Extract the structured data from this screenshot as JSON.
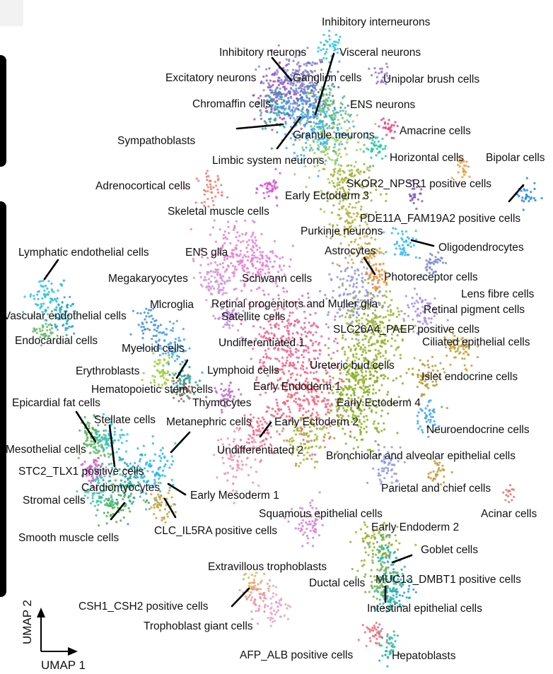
{
  "chart_data": {
    "type": "scatter",
    "embedding": "UMAP",
    "xlabel": "UMAP 1",
    "ylabel": "UMAP 2",
    "grid": false,
    "legend": "none",
    "clusters": [
      {
        "name": "Inhibitory interneurons",
        "color": "#26c6da",
        "center": [
          0.6,
          0.93
        ],
        "spread": 0.012,
        "n": 40
      },
      {
        "name": "Inhibitory neurons",
        "color": "#7b8cde",
        "center": [
          0.52,
          0.87
        ],
        "spread": 0.025,
        "n": 120
      },
      {
        "name": "Visceral neurons",
        "color": "#5c6bc0",
        "center": [
          0.56,
          0.85
        ],
        "spread": 0.025,
        "n": 120
      },
      {
        "name": "Excitatory neurons",
        "color": "#ab47bc",
        "center": [
          0.5,
          0.86
        ],
        "spread": 0.02,
        "n": 90
      },
      {
        "name": "Ganglion cells",
        "color": "#8e7cc3",
        "center": [
          0.55,
          0.88
        ],
        "spread": 0.02,
        "n": 90
      },
      {
        "name": "Unipolar brush cells",
        "color": "#9575cd",
        "center": [
          0.69,
          0.89
        ],
        "spread": 0.008,
        "n": 25
      },
      {
        "name": "Chromaffin cells",
        "color": "#26a69a",
        "center": [
          0.5,
          0.84
        ],
        "spread": 0.015,
        "n": 70
      },
      {
        "name": "ENS neurons",
        "color": "#66bb6a",
        "center": [
          0.59,
          0.84
        ],
        "spread": 0.02,
        "n": 90
      },
      {
        "name": "Granule neurons",
        "color": "#29b6f6",
        "center": [
          0.58,
          0.81
        ],
        "spread": 0.025,
        "n": 120
      },
      {
        "name": "Amacrine cells",
        "color": "#ec407a",
        "center": [
          0.7,
          0.81
        ],
        "spread": 0.008,
        "n": 25
      },
      {
        "name": "Sympathoblasts",
        "color": "#42a5f5",
        "center": [
          0.54,
          0.83
        ],
        "spread": 0.02,
        "n": 80
      },
      {
        "name": "Limbic system neurons",
        "color": "#9ccc65",
        "center": [
          0.6,
          0.78
        ],
        "spread": 0.03,
        "n": 140
      },
      {
        "name": "Horizontal cells",
        "color": "#26c6a0",
        "center": [
          0.68,
          0.78
        ],
        "spread": 0.01,
        "n": 40
      },
      {
        "name": "Bipolar cells",
        "color": "#ef9a3a",
        "center": [
          0.84,
          0.75
        ],
        "spread": 0.008,
        "n": 25
      },
      {
        "name": "Adrenocortical cells",
        "color": "#ef7d6d",
        "center": [
          0.38,
          0.72
        ],
        "spread": 0.012,
        "n": 45
      },
      {
        "name": "Early Ectoderm 3",
        "color": "#a0ad2a",
        "center": [
          0.63,
          0.72
        ],
        "spread": 0.025,
        "n": 120
      },
      {
        "name": "SKOR2_NPSR1 positive cells",
        "color": "#7e57c2",
        "center": [
          0.75,
          0.71
        ],
        "spread": 0.008,
        "n": 25
      },
      {
        "name": "Skeletal muscle cells",
        "color": "#d84fcf",
        "center": [
          0.49,
          0.72
        ],
        "spread": 0.01,
        "n": 40
      },
      {
        "name": "PDE11A_FAM19A2 positive cells",
        "color": "#1e88e5",
        "center": [
          0.95,
          0.71
        ],
        "spread": 0.01,
        "n": 30
      },
      {
        "name": "Purkinje neurons",
        "color": "#b5b33a",
        "center": [
          0.63,
          0.67
        ],
        "spread": 0.015,
        "n": 60
      },
      {
        "name": "Oligodendrocytes",
        "color": "#29b6f6",
        "center": [
          0.73,
          0.64
        ],
        "spread": 0.012,
        "n": 45
      },
      {
        "name": "Lymphatic endothelial cells",
        "color": "#26c6da",
        "center": [
          0.08,
          0.56
        ],
        "spread": 0.015,
        "n": 60
      },
      {
        "name": "ENS glia",
        "color": "#e87fc7",
        "center": [
          0.41,
          0.62
        ],
        "spread": 0.025,
        "n": 120
      },
      {
        "name": "Astrocytes",
        "color": "#d4a64a",
        "center": [
          0.66,
          0.63
        ],
        "spread": 0.015,
        "n": 60
      },
      {
        "name": "Megakaryocytes",
        "color": "#ce93d8",
        "center": [
          0.39,
          0.58
        ],
        "spread": 0.015,
        "n": 60
      },
      {
        "name": "Schwann cells",
        "color": "#e67bdc",
        "center": [
          0.47,
          0.61
        ],
        "spread": 0.025,
        "n": 140
      },
      {
        "name": "Photoreceptor cells",
        "color": "#ef8a32",
        "center": [
          0.68,
          0.59
        ],
        "spread": 0.012,
        "n": 50
      },
      {
        "name": "Lens fibre cells",
        "color": "#7986cb",
        "center": [
          0.78,
          0.61
        ],
        "spread": 0.01,
        "n": 40
      },
      {
        "name": "Microglia",
        "color": "#3f8fd8",
        "center": [
          0.27,
          0.52
        ],
        "spread": 0.012,
        "n": 45
      },
      {
        "name": "Retinal progenitors and Muller glia",
        "color": "#8e8ee6",
        "center": [
          0.64,
          0.56
        ],
        "spread": 0.025,
        "n": 130
      },
      {
        "name": "Satellite cells",
        "color": "#c08ee0",
        "center": [
          0.41,
          0.53
        ],
        "spread": 0.012,
        "n": 50
      },
      {
        "name": "Retinal pigment cells",
        "color": "#a48de8",
        "center": [
          0.76,
          0.54
        ],
        "spread": 0.015,
        "n": 60
      },
      {
        "name": "Vascular endothelial cells",
        "color": "#26a6c6",
        "center": [
          0.11,
          0.53
        ],
        "spread": 0.015,
        "n": 60
      },
      {
        "name": "Endocardial cells",
        "color": "#66bb6a",
        "center": [
          0.08,
          0.51
        ],
        "spread": 0.01,
        "n": 40
      },
      {
        "name": "Myeloid cells",
        "color": "#42a5f5",
        "center": [
          0.31,
          0.49
        ],
        "spread": 0.015,
        "n": 70
      },
      {
        "name": "Undifferentiated 1",
        "color": "#f06292",
        "center": [
          0.52,
          0.5
        ],
        "spread": 0.035,
        "n": 260
      },
      {
        "name": "SLC26A4_PAEP positive cells",
        "color": "#9cb528",
        "center": [
          0.68,
          0.51
        ],
        "spread": 0.03,
        "n": 200
      },
      {
        "name": "Ciliated epithelial cells",
        "color": "#c6a02e",
        "center": [
          0.83,
          0.48
        ],
        "spread": 0.015,
        "n": 60
      },
      {
        "name": "Erythroblasts",
        "color": "#9ccc3a",
        "center": [
          0.29,
          0.45
        ],
        "spread": 0.012,
        "n": 50
      },
      {
        "name": "Lymphoid cells",
        "color": "#26a69a",
        "center": [
          0.33,
          0.44
        ],
        "spread": 0.012,
        "n": 50
      },
      {
        "name": "Ureteric bud cells",
        "color": "#8bab1e",
        "center": [
          0.66,
          0.45
        ],
        "spread": 0.025,
        "n": 150
      },
      {
        "name": "Islet endocrine cells",
        "color": "#b79b2b",
        "center": [
          0.77,
          0.44
        ],
        "spread": 0.015,
        "n": 60
      },
      {
        "name": "Hematopoietic stem cells",
        "color": "#8d6e63",
        "center": [
          0.33,
          0.42
        ],
        "spread": 0.01,
        "n": 40
      },
      {
        "name": "Early Endoderm 1",
        "color": "#f5607a",
        "center": [
          0.55,
          0.41
        ],
        "spread": 0.035,
        "n": 260
      },
      {
        "name": "Thymocytes",
        "color": "#ba68c8",
        "center": [
          0.41,
          0.41
        ],
        "spread": 0.01,
        "n": 40
      },
      {
        "name": "Early Ectoderm 4",
        "color": "#88b020",
        "center": [
          0.65,
          0.4
        ],
        "spread": 0.03,
        "n": 200
      },
      {
        "name": "Epicardial fat cells",
        "color": "#4caf50",
        "center": [
          0.17,
          0.36
        ],
        "spread": 0.012,
        "n": 50
      },
      {
        "name": "Stellate cells",
        "color": "#26c6da",
        "center": [
          0.2,
          0.35
        ],
        "spread": 0.015,
        "n": 60
      },
      {
        "name": "Metanephric cells",
        "color": "#ef6c8a",
        "center": [
          0.47,
          0.36
        ],
        "spread": 0.015,
        "n": 70
      },
      {
        "name": "Early Ectoderm 2",
        "color": "#a2ba2c",
        "center": [
          0.55,
          0.35
        ],
        "spread": 0.02,
        "n": 90
      },
      {
        "name": "Neuroendocrine cells",
        "color": "#42a5f5",
        "center": [
          0.77,
          0.38
        ],
        "spread": 0.012,
        "n": 45
      },
      {
        "name": "Mesothelial cells",
        "color": "#66bb6a",
        "center": [
          0.17,
          0.33
        ],
        "spread": 0.015,
        "n": 60
      },
      {
        "name": "Undifferentiated 2",
        "color": "#f48fb1",
        "center": [
          0.43,
          0.32
        ],
        "spread": 0.02,
        "n": 90
      },
      {
        "name": "Bronchiolar and alveolar epithelial cells",
        "color": "#8f96e8",
        "center": [
          0.7,
          0.31
        ],
        "spread": 0.015,
        "n": 60
      },
      {
        "name": "STC2_TLX1 positive cells",
        "color": "#e056d9",
        "center": [
          0.17,
          0.3
        ],
        "spread": 0.012,
        "n": 50
      },
      {
        "name": "Cardiomyocytes",
        "color": "#26a69a",
        "center": [
          0.23,
          0.29
        ],
        "spread": 0.02,
        "n": 90
      },
      {
        "name": "Stromal cells",
        "color": "#43c6a8",
        "center": [
          0.18,
          0.27
        ],
        "spread": 0.015,
        "n": 70
      },
      {
        "name": "Early Mesoderm 1",
        "color": "#29b6f6",
        "center": [
          0.28,
          0.3
        ],
        "spread": 0.02,
        "n": 90
      },
      {
        "name": "Parietal and chief cells",
        "color": "#c59a3a",
        "center": [
          0.79,
          0.3
        ],
        "spread": 0.01,
        "n": 35
      },
      {
        "name": "Acinar cells",
        "color": "#e57373",
        "center": [
          0.92,
          0.27
        ],
        "spread": 0.006,
        "n": 15
      },
      {
        "name": "Smooth muscle cells",
        "color": "#4caf50",
        "center": [
          0.21,
          0.25
        ],
        "spread": 0.015,
        "n": 60
      },
      {
        "name": "CLC_IL5RA positive cells",
        "color": "#c8a23a",
        "center": [
          0.29,
          0.25
        ],
        "spread": 0.012,
        "n": 50
      },
      {
        "name": "Squamous epithelial cells",
        "color": "#d580d0",
        "center": [
          0.56,
          0.22
        ],
        "spread": 0.015,
        "n": 60
      },
      {
        "name": "Early Endoderm 2",
        "color": "#9caf2a",
        "center": [
          0.68,
          0.19
        ],
        "spread": 0.02,
        "n": 90
      },
      {
        "name": "Goblet cells",
        "color": "#2bb5a0",
        "center": [
          0.7,
          0.17
        ],
        "spread": 0.015,
        "n": 60
      },
      {
        "name": "Extravillous trophoblasts",
        "color": "#e0b050",
        "center": [
          0.46,
          0.13
        ],
        "spread": 0.012,
        "n": 40
      },
      {
        "name": "Ductal cells",
        "color": "#7cb342",
        "center": [
          0.69,
          0.14
        ],
        "spread": 0.015,
        "n": 60
      },
      {
        "name": "MUC13_DMBT1 positive cells",
        "color": "#26a6c6",
        "center": [
          0.72,
          0.13
        ],
        "spread": 0.015,
        "n": 60
      },
      {
        "name": "CSH1_CSH2 positive cells",
        "color": "#f08bb0",
        "center": [
          0.47,
          0.11
        ],
        "spread": 0.012,
        "n": 40
      },
      {
        "name": "Intestinal epithelial cells",
        "color": "#26b5a5",
        "center": [
          0.7,
          0.11
        ],
        "spread": 0.012,
        "n": 50
      },
      {
        "name": "Trophoblast giant cells",
        "color": "#e8a0c8",
        "center": [
          0.5,
          0.1
        ],
        "spread": 0.012,
        "n": 40
      },
      {
        "name": "AFP_ALB positive cells",
        "color": "#ef6c7a",
        "center": [
          0.68,
          0.06
        ],
        "spread": 0.01,
        "n": 40
      },
      {
        "name": "Hepatoblasts",
        "color": "#2ab8a0",
        "center": [
          0.7,
          0.04
        ],
        "spread": 0.01,
        "n": 40
      }
    ]
  }
}
